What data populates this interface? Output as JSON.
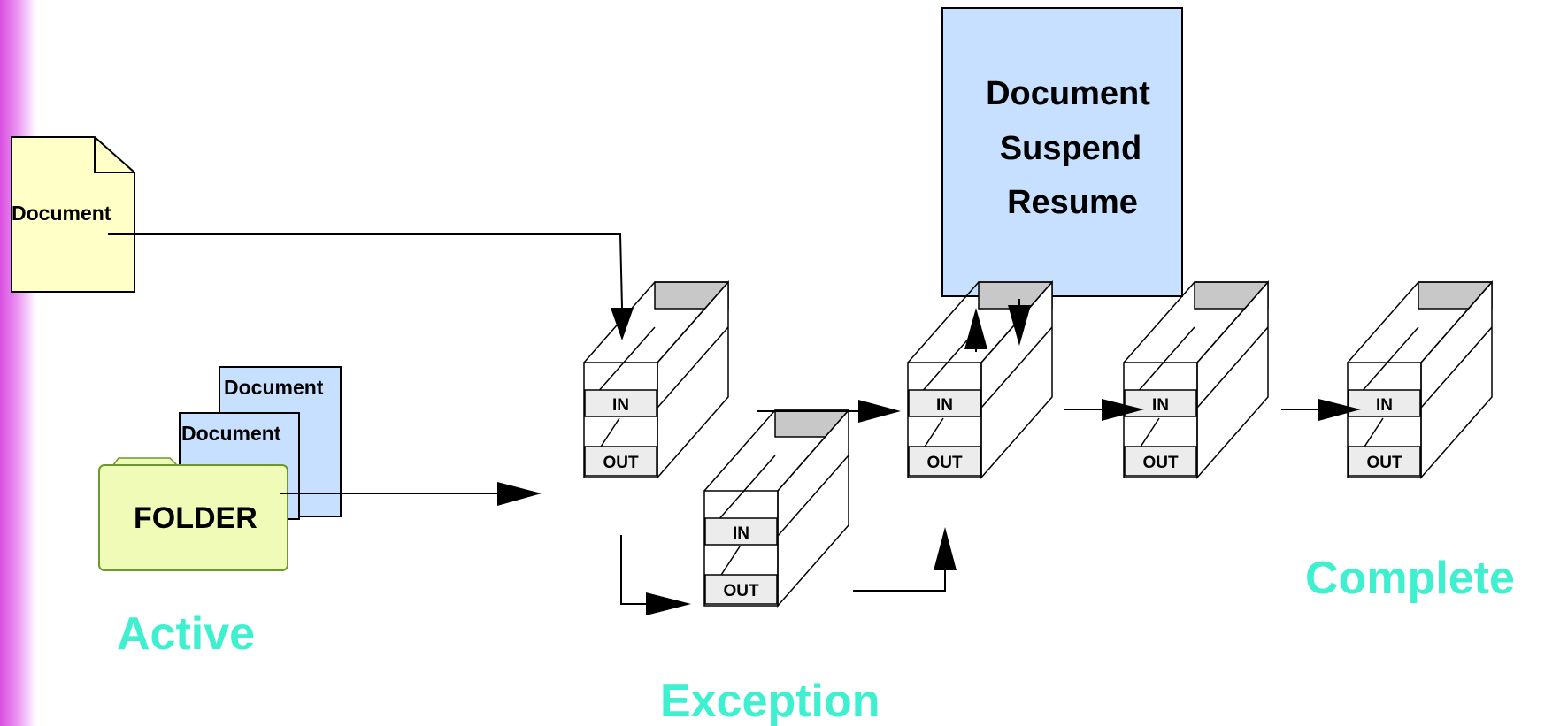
{
  "diagram": {
    "doc_label": "Document",
    "folder": {
      "label": "FOLDER",
      "doc_back": "Document",
      "doc_front": "Document"
    },
    "suspend_box": {
      "line1": "Document",
      "line2": "Suspend",
      "line3": "Resume"
    },
    "tray_in": "IN",
    "tray_out": "OUT",
    "stages": {
      "active": "Active",
      "exception": "Exception",
      "complete": "Complete"
    },
    "colors": {
      "doc_yellow": "#ffffc8",
      "blue": "#c8e0ff",
      "folder_green": "#f1fbb8",
      "stage_label": "#3ef0cf",
      "tray_gray": "#c8c8c8",
      "left_strip": "#d94fe0"
    }
  }
}
